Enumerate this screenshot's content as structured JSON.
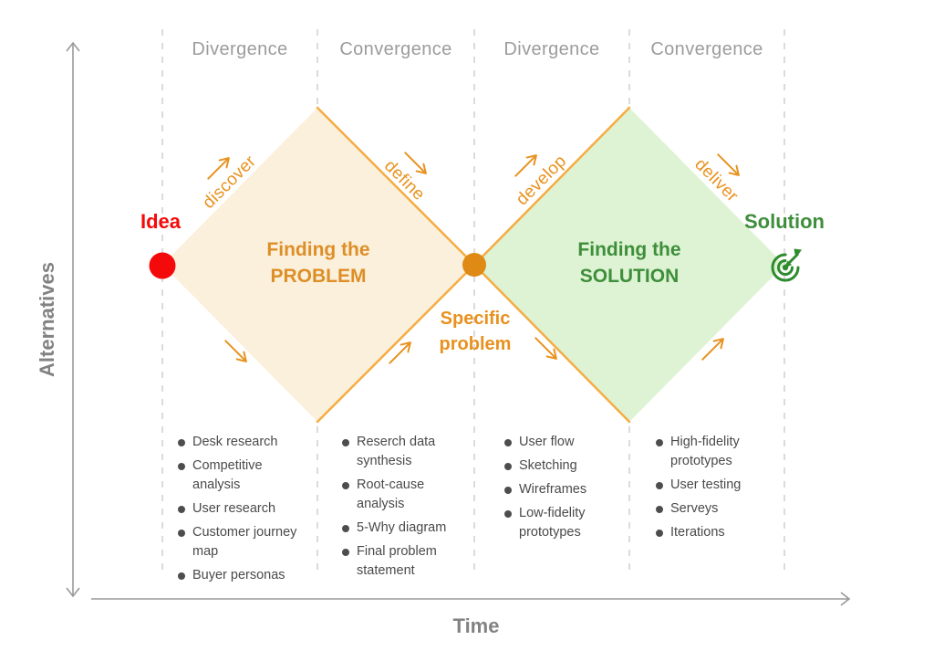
{
  "axis": {
    "y_label": "Alternatives",
    "x_label": "Time"
  },
  "phase_headers": [
    "Divergence",
    "Convergence",
    "Divergence",
    "Convergence"
  ],
  "stages": [
    "discover",
    "define",
    "develop",
    "deliver"
  ],
  "diamonds": {
    "problem": {
      "title": "Finding the\nPROBLEM"
    },
    "solution": {
      "title": "Finding the\nSOLUTION"
    }
  },
  "milestones": {
    "idea": "Idea",
    "specific_problem": "Specific\nproblem",
    "solution": "Solution"
  },
  "activities": [
    {
      "items": [
        "Desk research",
        "Competitive analysis",
        "User research",
        "Customer journey map",
        "Buyer personas"
      ]
    },
    {
      "items": [
        "Reserch data synthesis",
        "Root-cause analysis",
        "5-Why diagram",
        "Final problem statement"
      ]
    },
    {
      "items": [
        "User flow",
        "Sketching",
        "Wireframes",
        "Low-fidelity prototypes"
      ]
    },
    {
      "items": [
        "High-fidelity prototypes",
        "User testing",
        "Serveys",
        "Iterations"
      ]
    }
  ],
  "colors": {
    "orange_text": "#E8921F",
    "orange_border": "#F6AC42",
    "orange_dot": "#E08A16",
    "problem_fill": "#FBF0DC",
    "solution_fill": "#DDF3D3",
    "green_text": "#3E8E3B",
    "red": "#F40A0A",
    "header_gray": "#9C9C9C",
    "axis_gray": "#999999",
    "list_text": "#4A4A4A",
    "divider_gray": "#DBDBDB"
  }
}
